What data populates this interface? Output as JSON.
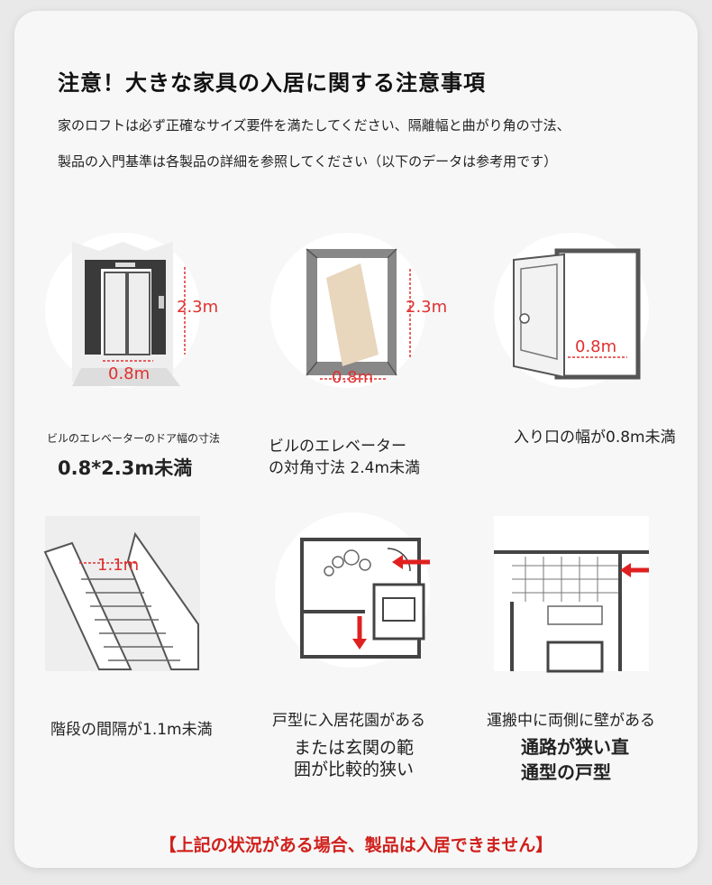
{
  "title": "注意！大きな家具の入居に関する注意事項",
  "description": [
    "家のロフトは必ず正確なサイズ要件を満たしてください、隔離幅と曲がり角の寸法、",
    "製品の入門基準は各製品の詳細を参照してください（以下のデータは参考用です）"
  ],
  "items": [
    {
      "icon": "elevator-door-icon",
      "dim_h": "2.3m",
      "dim_w": "0.8m",
      "caption_small": "ビルのエレベーターのドア幅の寸法",
      "caption_big": "0.8*2.3m未満"
    },
    {
      "icon": "elevator-diagonal-icon",
      "dim_h": "2.3m",
      "dim_w": "0.8m",
      "caption_line1": "ビルのエレベーター",
      "caption_line2": "の対角寸法 2.4m未満"
    },
    {
      "icon": "entrance-door-icon",
      "dim_w": "0.8m",
      "caption": "入り口の幅が0.8m未満"
    },
    {
      "icon": "staircase-icon",
      "dim_w": "1.1m",
      "caption": "階段の間隔が1.1m未満"
    },
    {
      "icon": "floor-plan-garden-icon",
      "caption_small": "戸型に入居花園がある",
      "caption_line1": "または玄関の範",
      "caption_line2": "囲が比較的狭い"
    },
    {
      "icon": "narrow-corridor-icon",
      "caption_small": "運搬中に両側に壁がある",
      "caption_line1": "通路が狭い直",
      "caption_line2": "通型の戸型"
    }
  ],
  "footer": "【上記の状況がある場合、製品は入居できません】",
  "colors": {
    "accent": "#d0201c",
    "dimension": "#e03030",
    "background": "#f7f7f7"
  }
}
